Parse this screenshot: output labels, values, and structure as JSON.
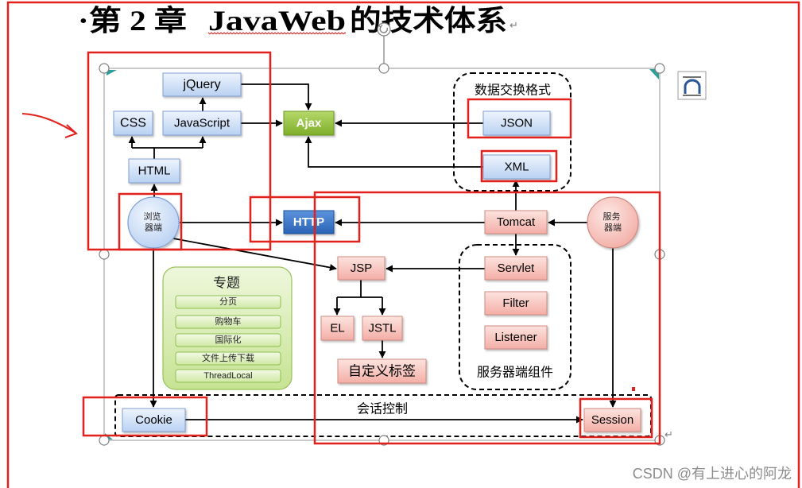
{
  "document": {
    "title_part1": "·第 2 章",
    "title_part2": "JavaWeb",
    "title_part3": "的技术体系",
    "paragraph_mark": "↵"
  },
  "diagram": {
    "nodes": {
      "jquery": "jQuery",
      "css": "CSS",
      "javascript": "JavaScript",
      "html": "HTML",
      "ajax": "Ajax",
      "http": "HTTP",
      "json": "JSON",
      "xml": "XML",
      "tomcat": "Tomcat",
      "jsp": "JSP",
      "servlet": "Servlet",
      "filter": "Filter",
      "listener": "Listener",
      "el": "EL",
      "jstl": "JSTL",
      "custom_tag": "自定义标签",
      "cookie": "Cookie",
      "session": "Session"
    },
    "browser": {
      "line1": "浏览",
      "line2": "器端"
    },
    "server": {
      "line1": "服务",
      "line2": "器端"
    },
    "groups": {
      "data_exchange": "数据交换格式",
      "server_components": "服务器端组件",
      "session_control": "会话控制"
    },
    "topics": {
      "title": "专题",
      "items": [
        "分页",
        "购物车",
        "国际化",
        "文件上传下载",
        "ThreadLocal"
      ]
    }
  },
  "watermark": "CSDN @有上进心的阿龙",
  "colors": {
    "annotation_red": "#e3211c",
    "frame_gray": "#a6a6a6",
    "node_blue": "#b9d1f2",
    "node_pink": "#f3aea6",
    "ajax_green": "#7fae2a",
    "http_blue": "#2a63b5",
    "topic_green": "#c6e393",
    "watermark_gray": "#8c8c8c"
  }
}
